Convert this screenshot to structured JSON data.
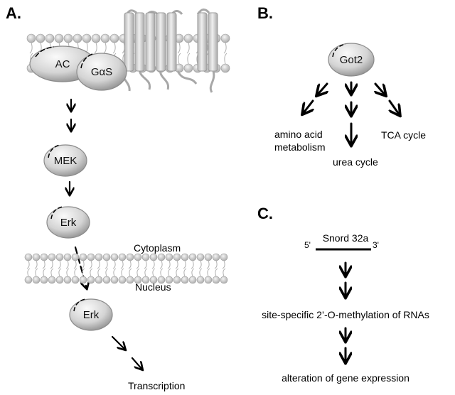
{
  "panels": {
    "a": {
      "label": "A.",
      "nodes": {
        "ac": "AC",
        "gas": "GαS",
        "mek": "MEK",
        "erk_cyto": "Erk",
        "erk_nuc": "Erk"
      },
      "labels": {
        "cytoplasm": "Cytoplasm",
        "nucleus": "Nucleus",
        "transcription": "Transcription"
      }
    },
    "b": {
      "label": "B.",
      "nodes": {
        "got2": "Got2"
      },
      "targets": {
        "amino_line1": "amino acid",
        "amino_line2": "metabolism",
        "urea": "urea cycle",
        "tca": "TCA cycle"
      }
    },
    "c": {
      "label": "C.",
      "gene": "Snord 32a",
      "five_prime": "5'",
      "three_prime": "3'",
      "step1": "site-specific 2’-O-methylation of RNAs",
      "step2": "alteration of gene expression"
    }
  },
  "colors": {
    "node_light": "#f2f2f2",
    "node_dark": "#8c8c8c",
    "membrane": "#c8c8c8",
    "membrane_edge": "#9a9a9a",
    "arrow": "#000000"
  }
}
